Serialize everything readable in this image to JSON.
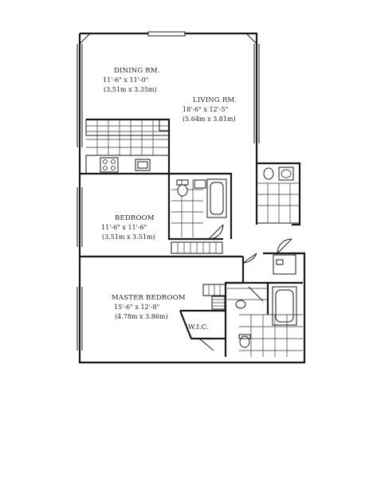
{
  "rooms": {
    "dining": {
      "name": "DINING RM.",
      "dim_imperial": "11'-6\" x 11'-0\"",
      "dim_metric": "(3.51m x 3.35m)"
    },
    "living": {
      "name": "LIVING RM.",
      "dim_imperial": "18'-6\" x 12'-5\"",
      "dim_metric": "(5.64m x 3.81m)"
    },
    "bedroom": {
      "name": "BEDROOM",
      "dim_imperial": "11'-6\" x 11'-6\"",
      "dim_metric": "(3.51m x 3.51m)"
    },
    "master": {
      "name": "MASTER BEDROOM",
      "dim_imperial": "15'-6\" x 12'-8\"",
      "dim_metric": "(4.78m x 3.86m)"
    },
    "wic": {
      "name": "W.I.C."
    }
  }
}
